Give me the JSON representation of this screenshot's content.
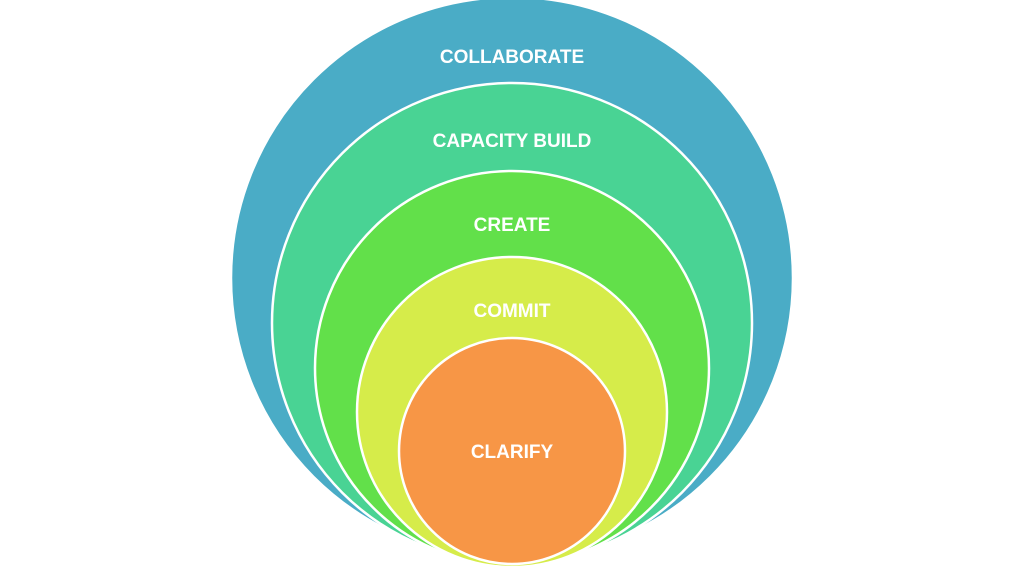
{
  "diagram": {
    "rings": [
      {
        "label": "COLLABORATE",
        "color": "#4aacc6"
      },
      {
        "label": "CAPACITY BUILD",
        "color": "#49d394"
      },
      {
        "label": "CREATE",
        "color": "#62e04a"
      },
      {
        "label": "COMMIT",
        "color": "#d6ec4a"
      },
      {
        "label": "CLARIFY",
        "color": "#f79646"
      }
    ]
  }
}
